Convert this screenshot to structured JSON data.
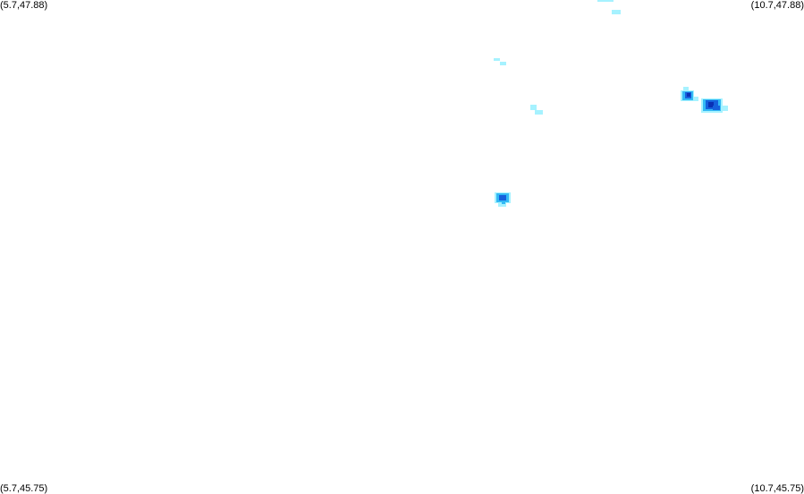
{
  "map": {
    "corner_labels": {
      "top_left": "(5.7,47.88)",
      "top_right": "(10.7,47.88)",
      "bottom_left": "(5.7,45.75)",
      "bottom_right": "(10.7,45.75)"
    },
    "colors": {
      "background": "#ffffff",
      "light": "#a6f2ff",
      "medium": "#33b9f5",
      "strong": "#1560dc",
      "dark": "#0a30b4"
    }
  }
}
